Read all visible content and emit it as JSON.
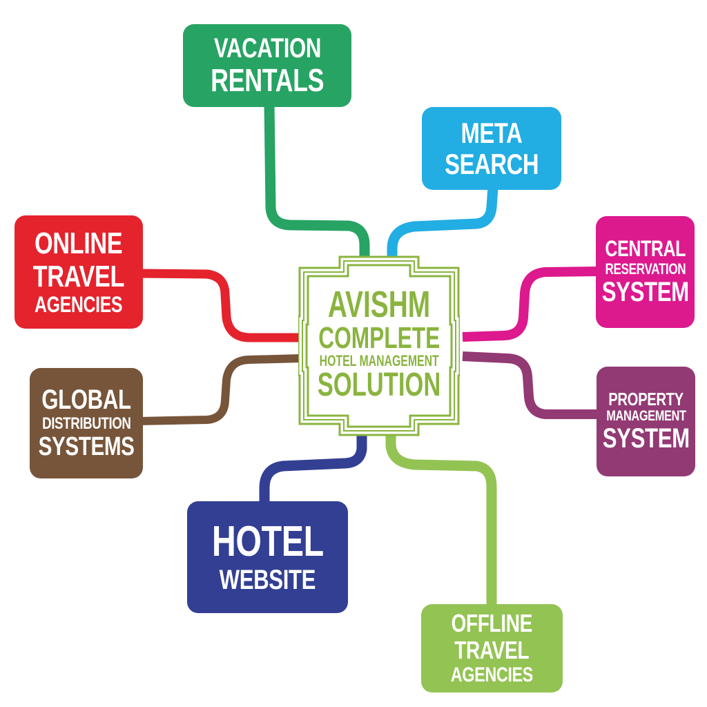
{
  "center": {
    "lines": [
      "AVISHM",
      "COMPLETE",
      "HOTEL MANAGEMENT",
      "SOLUTION"
    ],
    "color": "#8ab43f"
  },
  "nodes": [
    {
      "id": "vacation-rentals",
      "lines": [
        "VACATION",
        "RENTALS"
      ],
      "color": "#27a363"
    },
    {
      "id": "meta-search",
      "lines": [
        "META",
        "SEARCH"
      ],
      "color": "#22ade3"
    },
    {
      "id": "central-reservation-system",
      "lines": [
        "CENTRAL",
        "RESERVATION",
        "SYSTEM"
      ],
      "color": "#dd198e"
    },
    {
      "id": "property-management-system",
      "lines": [
        "PROPERTY",
        "MANAGEMENT",
        "SYSTEM"
      ],
      "color": "#923a74"
    },
    {
      "id": "offline-travel-agencies",
      "lines": [
        "OFFLINE",
        "TRAVEL",
        "AGENCIES"
      ],
      "color": "#93c353"
    },
    {
      "id": "hotel-website",
      "lines": [
        "HOTEL",
        "WEBSITE"
      ],
      "color": "#323f93"
    },
    {
      "id": "global-distribution-systems",
      "lines": [
        "GLOBAL",
        "DISTRIBUTION",
        "SYSTEMS"
      ],
      "color": "#77553a"
    },
    {
      "id": "online-travel-agencies",
      "lines": [
        "ONLINE",
        "TRAVEL",
        "AGENCIES"
      ],
      "color": "#e4232d"
    }
  ]
}
